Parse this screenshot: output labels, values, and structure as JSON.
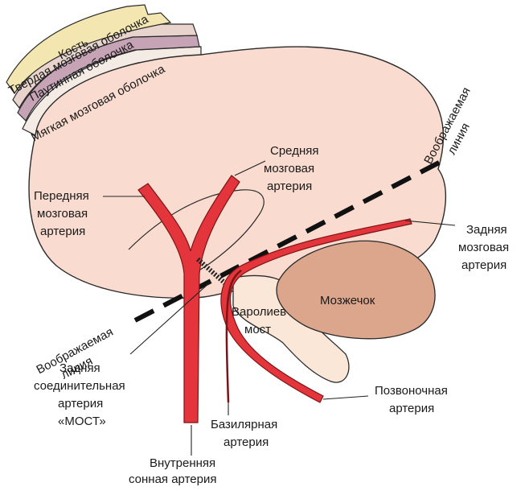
{
  "colors": {
    "brain_fill": "#f9dccf",
    "outline": "#2a2a2a",
    "cerebellum_fill": "#dba68c",
    "pons_fill": "#fbe7d8",
    "bone_fill": "#f3e6b0",
    "dura_fill": "#e8d4cc",
    "arachnoid_fill": "#c7a3b6",
    "pia_fill": "#f4ece4",
    "artery_fill": "#e4353c",
    "artery_outline": "#7a1515",
    "dashed_line": "#111111"
  },
  "labels": {
    "layer_bone": "Кость",
    "layer_dura": "Твердая мозговая оболочка",
    "layer_arachnoid": "Паутинная оболочка",
    "layer_pia": "Мягкая мозговая оболочка",
    "imaginary_line_right_1": "Воображаемая",
    "imaginary_line_right_2": "линия",
    "imaginary_line_left_1": "Воображаемая",
    "imaginary_line_left_2": "линия",
    "middle_artery_1": "Средняя",
    "middle_artery_2": "мозговая",
    "middle_artery_3": "артерия",
    "anterior_artery_1": "Передняя",
    "anterior_artery_2": "мозговая",
    "anterior_artery_3": "артерия",
    "posterior_artery_1": "Задняя",
    "posterior_artery_2": "мозговая",
    "posterior_artery_3": "артерия",
    "cerebellum": "Мозжечок",
    "pons_1": "Варолиев",
    "pons_2": "мост",
    "vertebral_1": "Позвоночная",
    "vertebral_2": "артерия",
    "basilar_1": "Базилярная",
    "basilar_2": "артерия",
    "post_comm_1": "Задняя",
    "post_comm_2": "соединительная",
    "post_comm_3": "артерия",
    "post_comm_4": "«МОСТ»",
    "internal_carotid_1": "Внутренняя",
    "internal_carotid_2": "сонная артерия"
  }
}
